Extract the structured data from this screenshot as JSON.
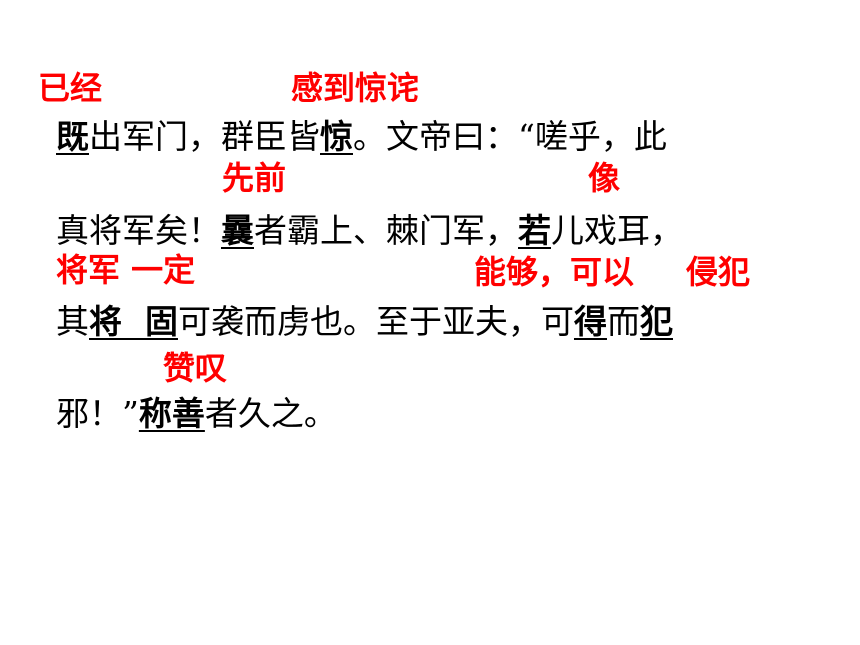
{
  "gloss_color": "#ff0000",
  "text_color": "#000000",
  "glosses": {
    "g1": "已经",
    "g2": "感到惊诧",
    "g3": "先前",
    "g4": "像",
    "g5": "将军 一定",
    "g6": "能够，可以",
    "g7": "侵犯",
    "g8": "赞叹"
  },
  "lines": {
    "l1": {
      "u1": "既",
      "t1": "出军门，群臣皆",
      "u2": "惊",
      "t2": "。文帝曰：“嗟乎，此"
    },
    "l2": {
      "t1": "真将军矣！",
      "u1": "曩",
      "t2": "者霸上、棘门军，",
      "u2": "若",
      "t3": "儿戏耳，"
    },
    "l3": {
      "t1": "其",
      "u1": "将  固",
      "t2": "可袭而虏也。至于亚夫，可",
      "u2": "得",
      "t3": "而",
      "u3": "犯"
    },
    "l4": {
      "t1": "邪！”",
      "u1": "称善",
      "t2": "者久之。"
    }
  }
}
